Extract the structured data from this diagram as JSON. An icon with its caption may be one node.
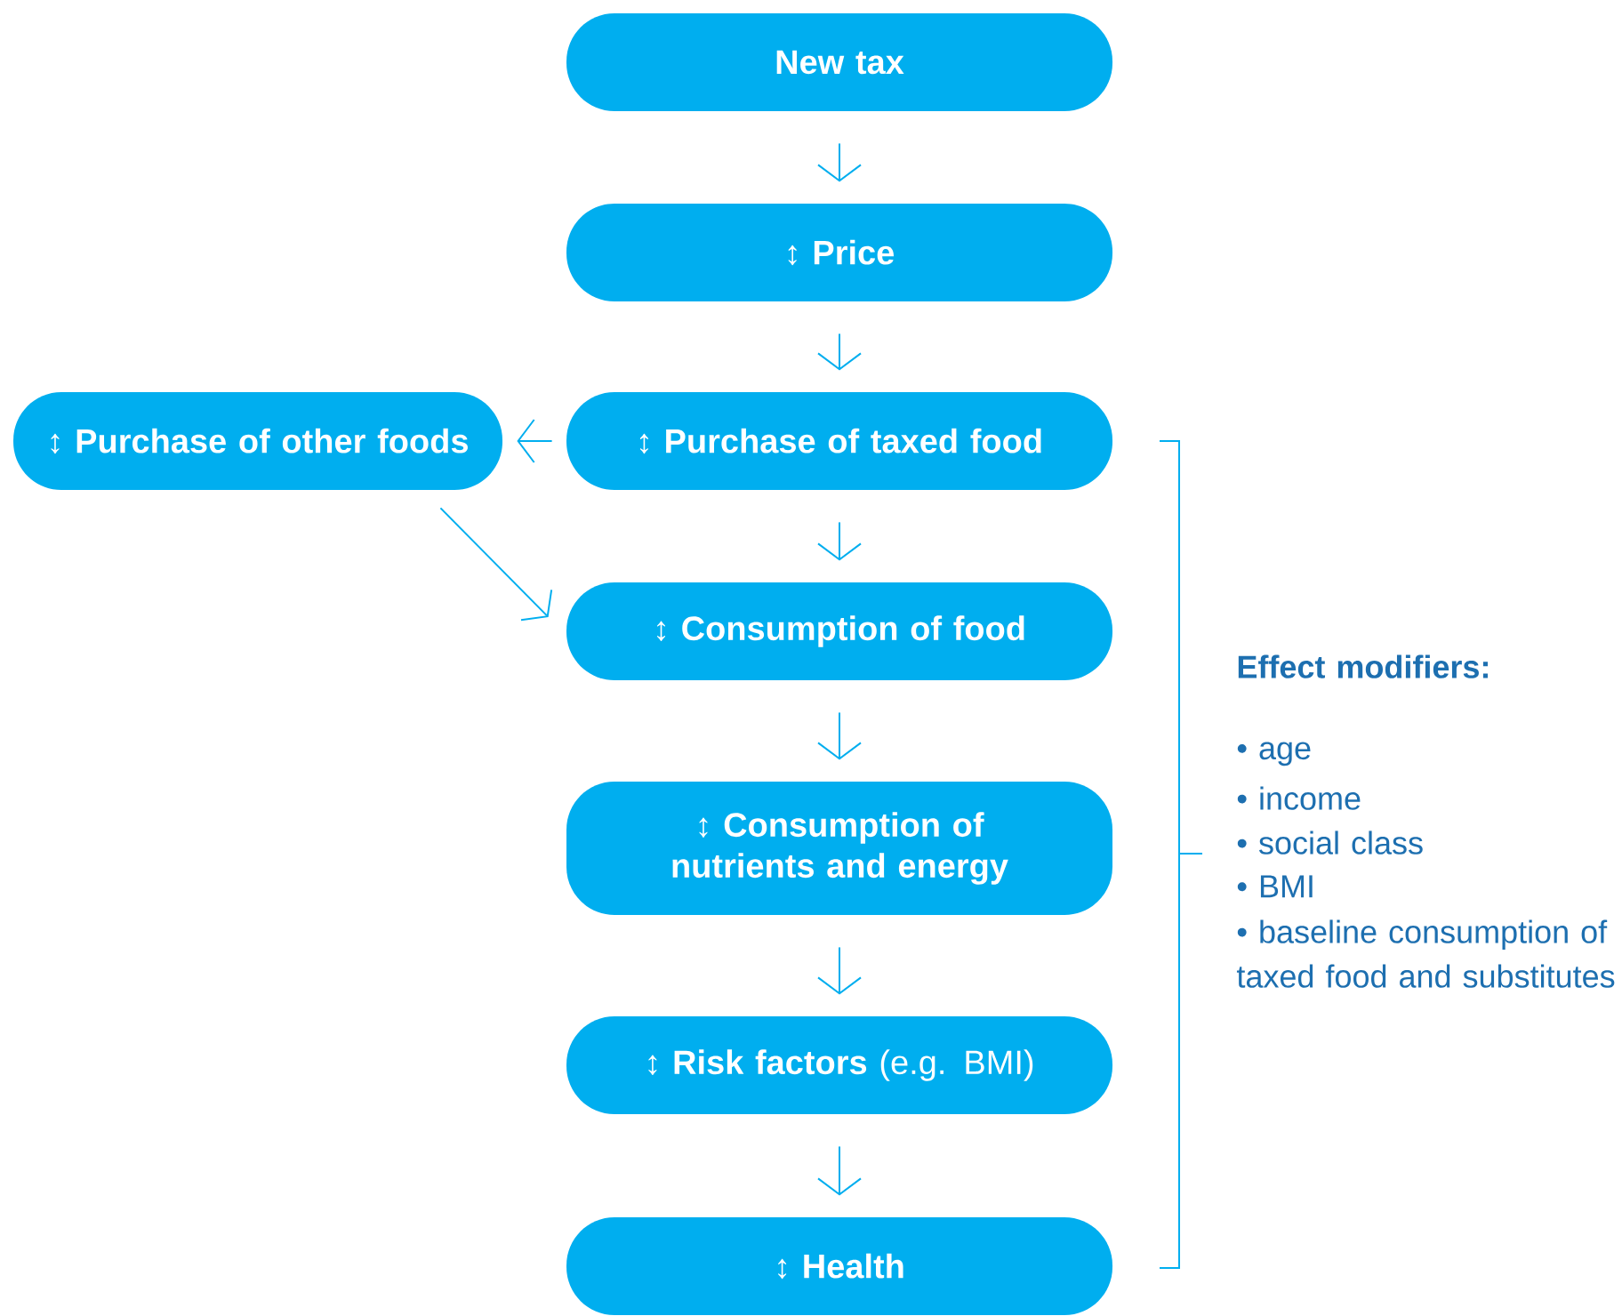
{
  "diagram": {
    "nodes": [
      {
        "text": [
          "New tax"
        ]
      },
      {
        "text": [
          "↕ Price"
        ]
      },
      {
        "text": [
          "↕ Purchase of other foods"
        ]
      },
      {
        "text": [
          "↕ Purchase of taxed food"
        ]
      },
      {
        "text": [
          "↕ Consumption of food"
        ]
      },
      {
        "text": [
          "↕ Consumption of nutrients and energy"
        ]
      },
      {
        "text": [
          "↕ **Risk factors** (e.g. BMI)"
        ]
      },
      {
        "text": [
          "↕ Health"
        ]
      }
    ],
    "edges": [
      {
        "from": 0,
        "to": 1,
        "arrow": "to"
      },
      {
        "from": 1,
        "to": 3,
        "arrow": "to"
      },
      {
        "from": 3,
        "to": 2,
        "arrow": "to"
      },
      {
        "from": 3,
        "to": 4,
        "arrow": "to"
      },
      {
        "from": 2,
        "to": 4,
        "arrow": "to"
      },
      {
        "from": 4,
        "to": 5,
        "arrow": "to"
      },
      {
        "from": 5,
        "to": 6,
        "arrow": "to"
      },
      {
        "from": 6,
        "to": 7,
        "arrow": "to"
      }
    ],
    "labels": [
      "Effect modifiers:",
      "• age",
      "• income",
      "• social class",
      "• BMI",
      "• baseline consumption of taxed food and substitutes"
    ]
  }
}
